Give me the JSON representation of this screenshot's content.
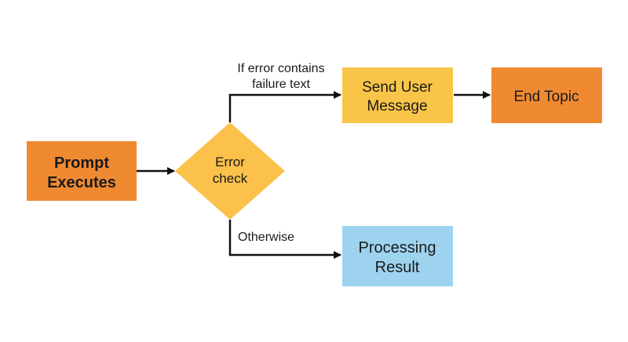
{
  "colors": {
    "background": "#ffffff",
    "process_orange": "#f08a32",
    "decision_yellow": "#fbc14b",
    "message_yellow": "#f9c549",
    "result_blue": "#9dd3ee",
    "edge": "#111111",
    "text": "#1a1a1a"
  },
  "nodes": {
    "prompt": {
      "line1": "Prompt",
      "line2": "Executes"
    },
    "error_check": {
      "line1": "Error",
      "line2": "check"
    },
    "send_message": {
      "line1": "Send User",
      "line2": "Message"
    },
    "end_topic": {
      "label": "End Topic"
    },
    "processing": {
      "line1": "Processing",
      "line2": "Result"
    }
  },
  "edges": {
    "error_branch": {
      "line1": "If error contains",
      "line2": "failure text"
    },
    "otherwise_branch": {
      "label": "Otherwise"
    }
  }
}
